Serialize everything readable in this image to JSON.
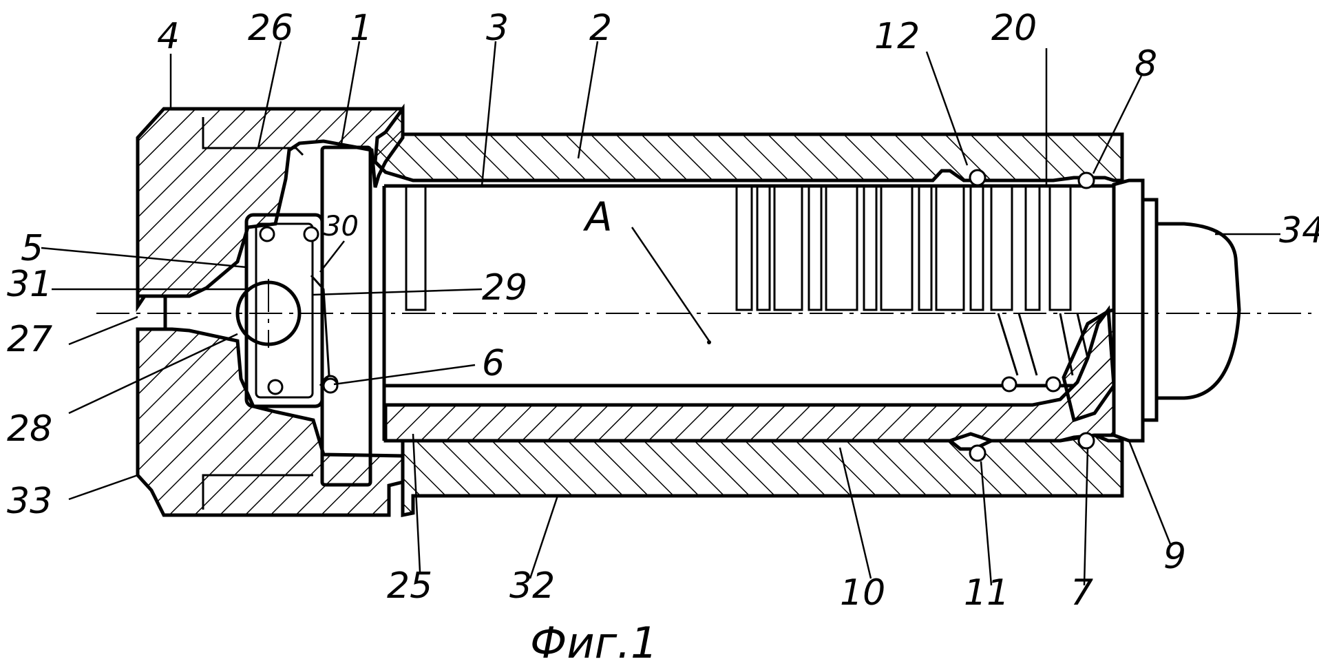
{
  "figure": {
    "caption": "Фиг.1",
    "point_label": "A"
  },
  "labels": {
    "l1": "1",
    "l2": "2",
    "l3": "3",
    "l4": "4",
    "l5": "5",
    "l6": "6",
    "l7": "7",
    "l8": "8",
    "l9": "9",
    "l10": "10",
    "l11": "11",
    "l12": "12",
    "l20": "20",
    "l25": "25",
    "l26": "26",
    "l27": "27",
    "l28": "28",
    "l29": "29",
    "l30": "30",
    "l31": "31",
    "l32": "32",
    "l33": "33",
    "l34": "34"
  }
}
